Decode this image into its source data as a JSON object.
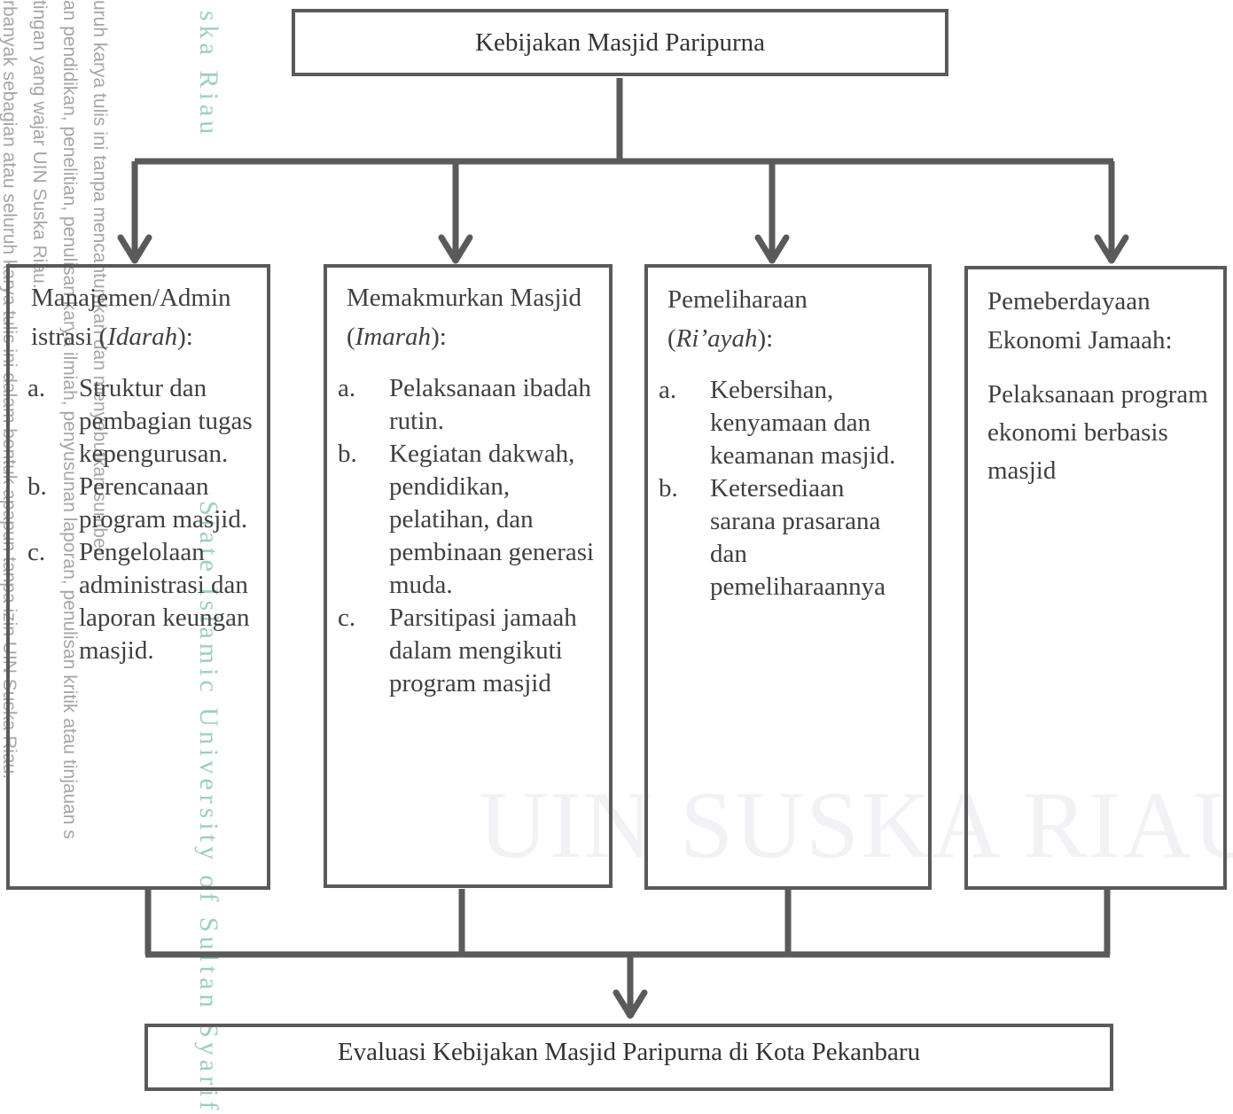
{
  "watermark": {
    "left_lines": [
      "rbanyak sebagian atau seluruh karya tulis ini dalam bentuk apapun tanpa izin UIN Suska Riau.",
      "tingan yang wajar UIN Suska Riau.",
      "an pendidikan, penelitian, penulisan karya ilmiah, penyusunan laporan, penulisan kritik atau tinjauan s",
      "uruh karya tulis ini tanpa mencantumkan dan menyebutkan sumber:"
    ],
    "top_green": "ska Riau",
    "side_green": "State Islamic University of Sultan Syarif",
    "background": "UIN SUSKA RIAU"
  },
  "diagram": {
    "top": "Kebijakan Masjid Paripurna",
    "columns": [
      {
        "title_parts": [
          "Manajemen/Admin istrasi (",
          "Idarah",
          "):"
        ],
        "items": [
          {
            "marker": "a.",
            "text": "Struktur dan pembagian tugas kepengurusan."
          },
          {
            "marker": "b.",
            "text": "Perencanaan program masjid."
          },
          {
            "marker": "c.",
            "text": "Pengelolaan administrasi dan laporan keungan masjid."
          }
        ]
      },
      {
        "title_parts": [
          "Memakmurkan Masjid (",
          "Imarah",
          "):"
        ],
        "items": [
          {
            "marker": "a.",
            "text": "Pelaksanaan ibadah rutin."
          },
          {
            "marker": "b.",
            "text": "Kegiatan dakwah, pendidikan, pelatihan, dan pembinaan generasi muda."
          },
          {
            "marker": "c.",
            "text": "Parsitipasi jamaah dalam mengikuti program masjid"
          }
        ]
      },
      {
        "title_parts": [
          "Pemeliharaan (",
          "Ri’ayah",
          "):"
        ],
        "items": [
          {
            "marker": "a.",
            "text": "Kebersihan, kenyamaan dan keamanan masjid."
          },
          {
            "marker": "b.",
            "text": "Ketersediaan sarana prasarana dan pemeliharaannya"
          }
        ]
      },
      {
        "title_parts": [
          "Pemeberdayaan Ekonomi Jamaah:",
          "",
          ""
        ],
        "body": "Pelaksanaan program ekonomi berbasis masjid"
      }
    ],
    "bottom": "Evaluasi Kebijakan Masjid Paripurna di Kota Pekanbaru"
  }
}
